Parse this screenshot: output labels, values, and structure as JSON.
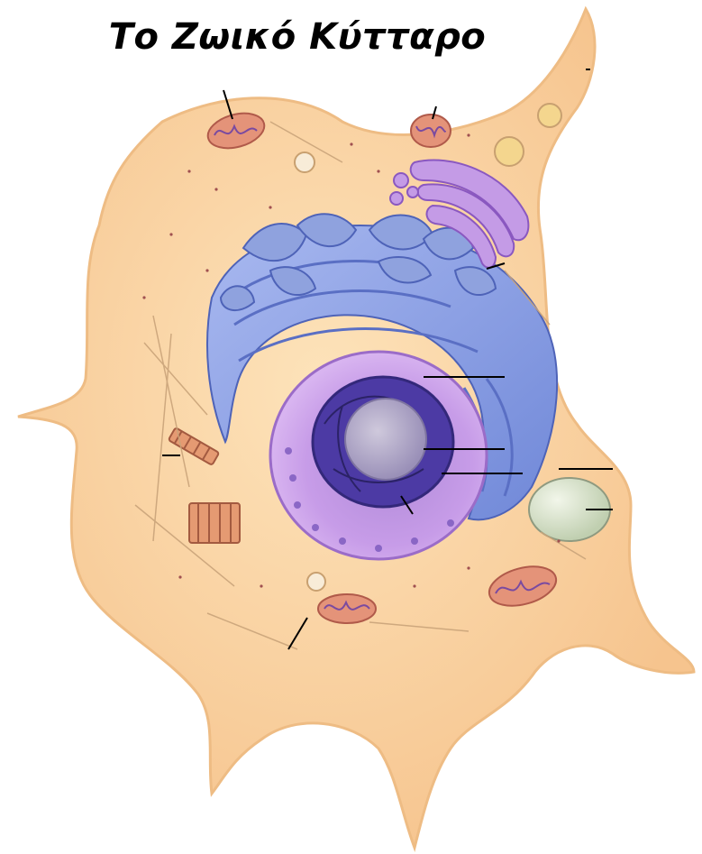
{
  "title": "Το Ζωικό Κύτταρο",
  "colors": {
    "cytoplasm": "#fbd9a8",
    "membrane": "#f6c48a",
    "er": "#8ea3e6",
    "er_dark": "#5f73c8",
    "nucleus": "#c89ae8",
    "nucleus_dark": "#4a3aa0",
    "nucleolus": "#b0a8c8",
    "mitochondria": "#e59a80",
    "golgi": "#b88ad8",
    "vacuole": "#d8e2c8",
    "centriole": "#e8a07a",
    "leader_line": "#000000"
  },
  "organelles": [
    {
      "name": "mitochondrion",
      "icon": "mitochondrion-icon"
    },
    {
      "name": "golgi",
      "icon": "golgi-icon"
    },
    {
      "name": "nucleus",
      "icon": "nucleus-icon"
    },
    {
      "name": "nucleolus",
      "icon": "nucleolus-icon"
    },
    {
      "name": "rough-er",
      "icon": "rough-er-icon"
    },
    {
      "name": "smooth-er",
      "icon": "smooth-er-icon"
    },
    {
      "name": "centrioles",
      "icon": "centriole-icon"
    },
    {
      "name": "vacuole",
      "icon": "vacuole-icon"
    },
    {
      "name": "lysosome",
      "icon": "lysosome-icon"
    }
  ]
}
